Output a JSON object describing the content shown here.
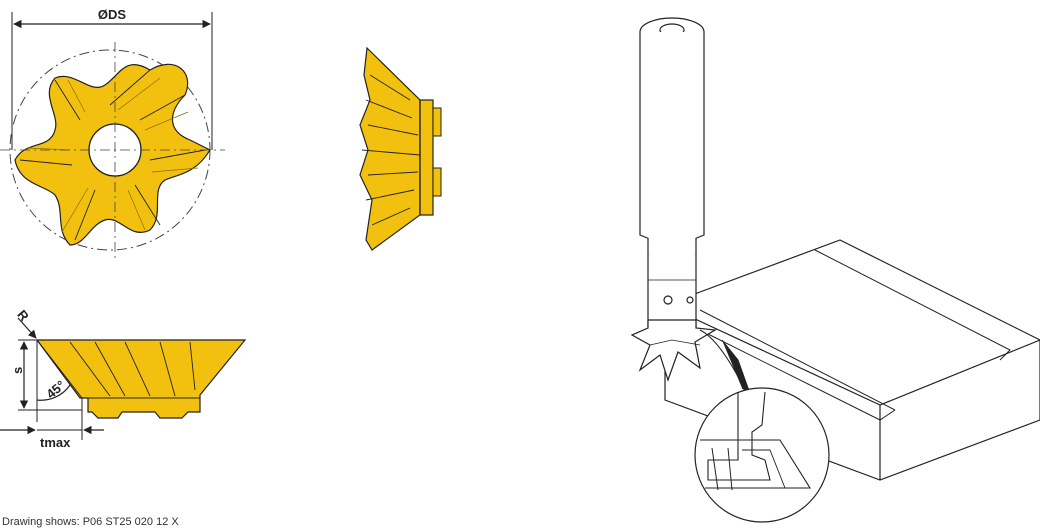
{
  "labels": {
    "diameter": "ØDS",
    "radius": "R",
    "height": "s",
    "angle": "45°",
    "tmax": "tmax"
  },
  "caption": "Drawing shows: P06 ST25 020 12 X",
  "colors": {
    "insert": "#F2C10F",
    "insert_dark": "#D9A507",
    "line": "#222222",
    "workpiece": "#FFFFFF"
  }
}
